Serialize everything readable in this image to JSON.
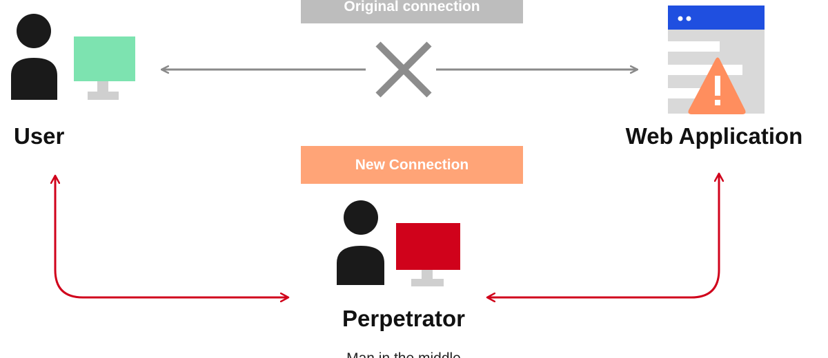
{
  "labels": {
    "original": "Original connection",
    "new": "New Connection",
    "user": "User",
    "webapp": "Web Application",
    "perpetrator": "Perpetrator",
    "subtitle": "Man in the middle"
  },
  "colors": {
    "gray_banner": "#bdbdbd",
    "orange_banner": "#ffa477",
    "warning_orange": "#ff8e5e",
    "accent_red": "#d0021b",
    "arrow_red": "#d0021b",
    "gray_arrow": "#8a8a8a",
    "cross_gray": "#8c8c8c",
    "user_monitor": "#7de3b0",
    "browser_blue": "#1f4fe0",
    "browser_body": "#d9d9d9",
    "monitor_stand": "#cfcfcf",
    "person_dark": "#1a1a1a"
  },
  "icons": {
    "user": "person-icon",
    "user_monitor": "monitor-icon",
    "webapp": "browser-window-icon",
    "warning": "warning-icon",
    "perpetrator": "person-icon",
    "perpetrator_monitor": "monitor-icon",
    "broken": "x-cross-icon"
  }
}
